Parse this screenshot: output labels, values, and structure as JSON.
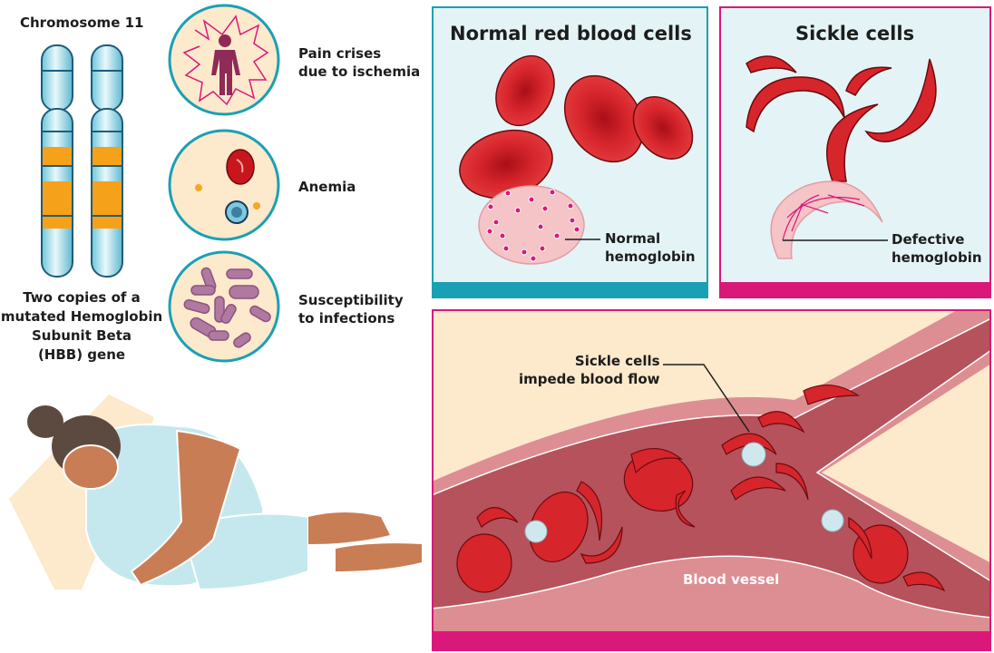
{
  "chromosome": {
    "title": "Chromosome 11",
    "caption_lines": [
      "Two copies of a",
      "mutated Hemoglobin",
      "Subunit Beta",
      "(HBB) gene"
    ]
  },
  "symptoms": [
    {
      "icon": "pain-figure-icon",
      "lines": [
        "Pain crises",
        "due to ischemia"
      ]
    },
    {
      "icon": "anemia-cells-icon",
      "lines": [
        "Anemia"
      ]
    },
    {
      "icon": "bacteria-icon",
      "lines": [
        "Susceptibility",
        "to infections"
      ]
    }
  ],
  "normal_panel": {
    "title": "Normal red blood cells",
    "callout_lines": [
      "Normal",
      "hemoglobin"
    ]
  },
  "sickle_panel": {
    "title": "Sickle cells",
    "callout_lines": [
      "Defective",
      "hemoglobin"
    ]
  },
  "vessel_panel": {
    "callout_lines": [
      "Sickle cells",
      "impede blood flow"
    ],
    "vessel_label": "Blood vessel"
  },
  "colors": {
    "teal": "#1aa0b4",
    "magenta": "#d9187a",
    "panel_bg": "#e4f4f6",
    "cream": "#fde9cc",
    "red_cell": "#d7252c",
    "vessel": "#b5525c"
  }
}
